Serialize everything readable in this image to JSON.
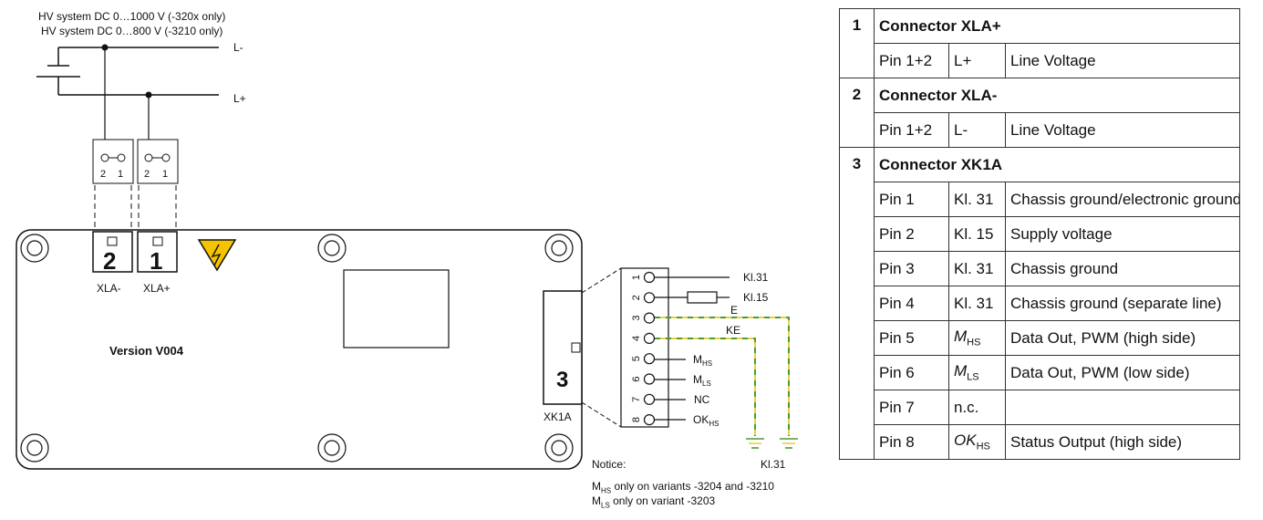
{
  "hv": {
    "line1": "HV system DC 0…1000 V (-320x only)",
    "line2": "HV system DC 0…800 V (-3210 only)"
  },
  "lines": {
    "l_minus": "L-",
    "l_plus": "L+"
  },
  "terminal_pins": {
    "left_a": "2",
    "left_b": "1",
    "right_a": "2",
    "right_b": "1"
  },
  "connectors": {
    "c2_number": "2",
    "c1_number": "1",
    "xla_minus": "XLA-",
    "xla_plus": "XLA+",
    "c3_number": "3",
    "xk1a": "XK1A"
  },
  "version": "Version V004",
  "xk1a_pins": [
    "1",
    "2",
    "3",
    "4",
    "5",
    "6",
    "7",
    "8"
  ],
  "xk1a_labels": {
    "p1": "Kl.31",
    "p2": "Kl.15",
    "p3": "E",
    "p4": "KE",
    "p5_base": "M",
    "p5_sub": "HS",
    "p6_base": "M",
    "p6_sub": "LS",
    "p7": "NC",
    "p8_base": "OK",
    "p8_sub": "HS",
    "ground": "Kl.31"
  },
  "notice": {
    "title": "Notice:",
    "l1_base": "M",
    "l1_sub": "HS",
    "l1_text": " only on variants -3204 and -3210",
    "l2_base": "M",
    "l2_sub": "LS",
    "l2_text": " only on variant -3203"
  },
  "colors": {
    "ground_line_yellow": "#e8d23a",
    "ground_line_green": "#4a9a3a",
    "warning": "#f5c400"
  },
  "table": {
    "sections": [
      {
        "num": "1",
        "title": "Connector XLA+",
        "rows": [
          {
            "pin": "Pin 1+2",
            "signal": "L+",
            "signal_sub": "",
            "desc": "Line Voltage"
          }
        ]
      },
      {
        "num": "2",
        "title": "Connector XLA-",
        "rows": [
          {
            "pin": "Pin 1+2",
            "signal": "L-",
            "signal_sub": "",
            "desc": "Line Voltage"
          }
        ]
      },
      {
        "num": "3",
        "title": "Connector XK1A",
        "rows": [
          {
            "pin": "Pin 1",
            "signal": "Kl. 31",
            "signal_sub": "",
            "desc": "Chassis ground/electronic ground"
          },
          {
            "pin": "Pin 2",
            "signal": "Kl. 15",
            "signal_sub": "",
            "desc": "Supply voltage"
          },
          {
            "pin": "Pin 3",
            "signal": "Kl. 31",
            "signal_sub": "",
            "desc": "Chassis ground"
          },
          {
            "pin": "Pin 4",
            "signal": "Kl. 31",
            "signal_sub": "",
            "desc": "Chassis ground (separate line)"
          },
          {
            "pin": "Pin 5",
            "signal": "M",
            "signal_sub": "HS",
            "desc": "Data Out, PWM (high side)"
          },
          {
            "pin": "Pin 6",
            "signal": "M",
            "signal_sub": "LS",
            "desc": "Data Out, PWM (low side)"
          },
          {
            "pin": "Pin 7",
            "signal": "n.c.",
            "signal_sub": "",
            "desc": ""
          },
          {
            "pin": "Pin 8",
            "signal": "OK",
            "signal_sub": "HS",
            "desc": "Status Output (high side)"
          }
        ]
      }
    ]
  }
}
